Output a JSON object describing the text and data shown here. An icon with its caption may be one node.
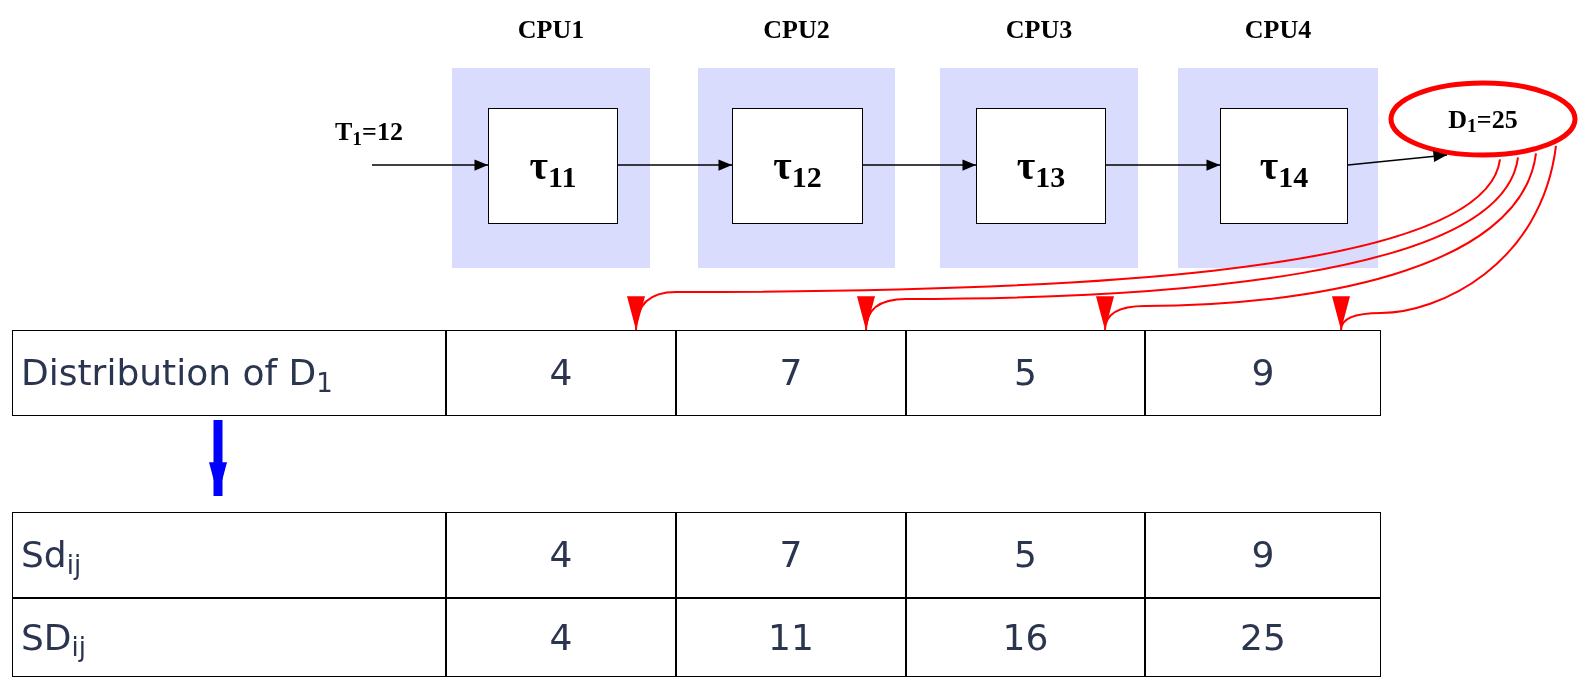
{
  "diagram": {
    "nodes": [
      {
        "text": [
          "T$_{1}$=12"
        ]
      },
      {
        "text": [
          "CPU1"
        ]
      },
      {
        "text": [
          "τ$_{11}$"
        ],
        "in": 1
      },
      {
        "text": [
          "CPU2"
        ]
      },
      {
        "text": [
          "τ$_{12}$"
        ],
        "in": 3
      },
      {
        "text": [
          "CPU3"
        ]
      },
      {
        "text": [
          "τ$_{13}$"
        ],
        "in": 5
      },
      {
        "text": [
          "CPU4"
        ]
      },
      {
        "text": [
          "τ$_{14}$"
        ],
        "in": 7
      },
      {
        "text": [
          "D$_{1}$=25"
        ]
      },
      {
        "text": [
          "Distribution of D$_{1}$"
        ]
      },
      {
        "text": [
          "4"
        ]
      },
      {
        "text": [
          "7"
        ]
      },
      {
        "text": [
          "5"
        ]
      },
      {
        "text": [
          "9"
        ]
      },
      {
        "text": [
          "Sd$_{ij}$"
        ]
      },
      {
        "text": [
          "4"
        ]
      },
      {
        "text": [
          "7"
        ]
      },
      {
        "text": [
          "5"
        ]
      },
      {
        "text": [
          "9"
        ]
      },
      {
        "text": [
          "SD$_{ij}$"
        ]
      },
      {
        "text": [
          "4"
        ]
      },
      {
        "text": [
          "11"
        ]
      },
      {
        "text": [
          "16"
        ]
      },
      {
        "text": [
          "25"
        ]
      }
    ],
    "edges": [
      {
        "from": 0,
        "to": 2,
        "arrow": "to"
      },
      {
        "from": 2,
        "to": 4,
        "arrow": "to"
      },
      {
        "from": 4,
        "to": 6,
        "arrow": "to"
      },
      {
        "from": 6,
        "to": 8,
        "arrow": "to"
      },
      {
        "from": 8,
        "to": 9,
        "arrow": "to"
      },
      {
        "from": 9,
        "to": 11,
        "arrow": "to",
        "color": "#ff0000"
      },
      {
        "from": 9,
        "to": 12,
        "arrow": "to",
        "color": "#ff0000"
      },
      {
        "from": 9,
        "to": 13,
        "arrow": "to",
        "color": "#ff0000"
      },
      {
        "from": 9,
        "to": 14,
        "arrow": "to",
        "color": "#ff0000"
      },
      {
        "from": 10,
        "to": 15,
        "arrow": "to",
        "style": "thick",
        "color": "#0000ff"
      }
    ]
  }
}
